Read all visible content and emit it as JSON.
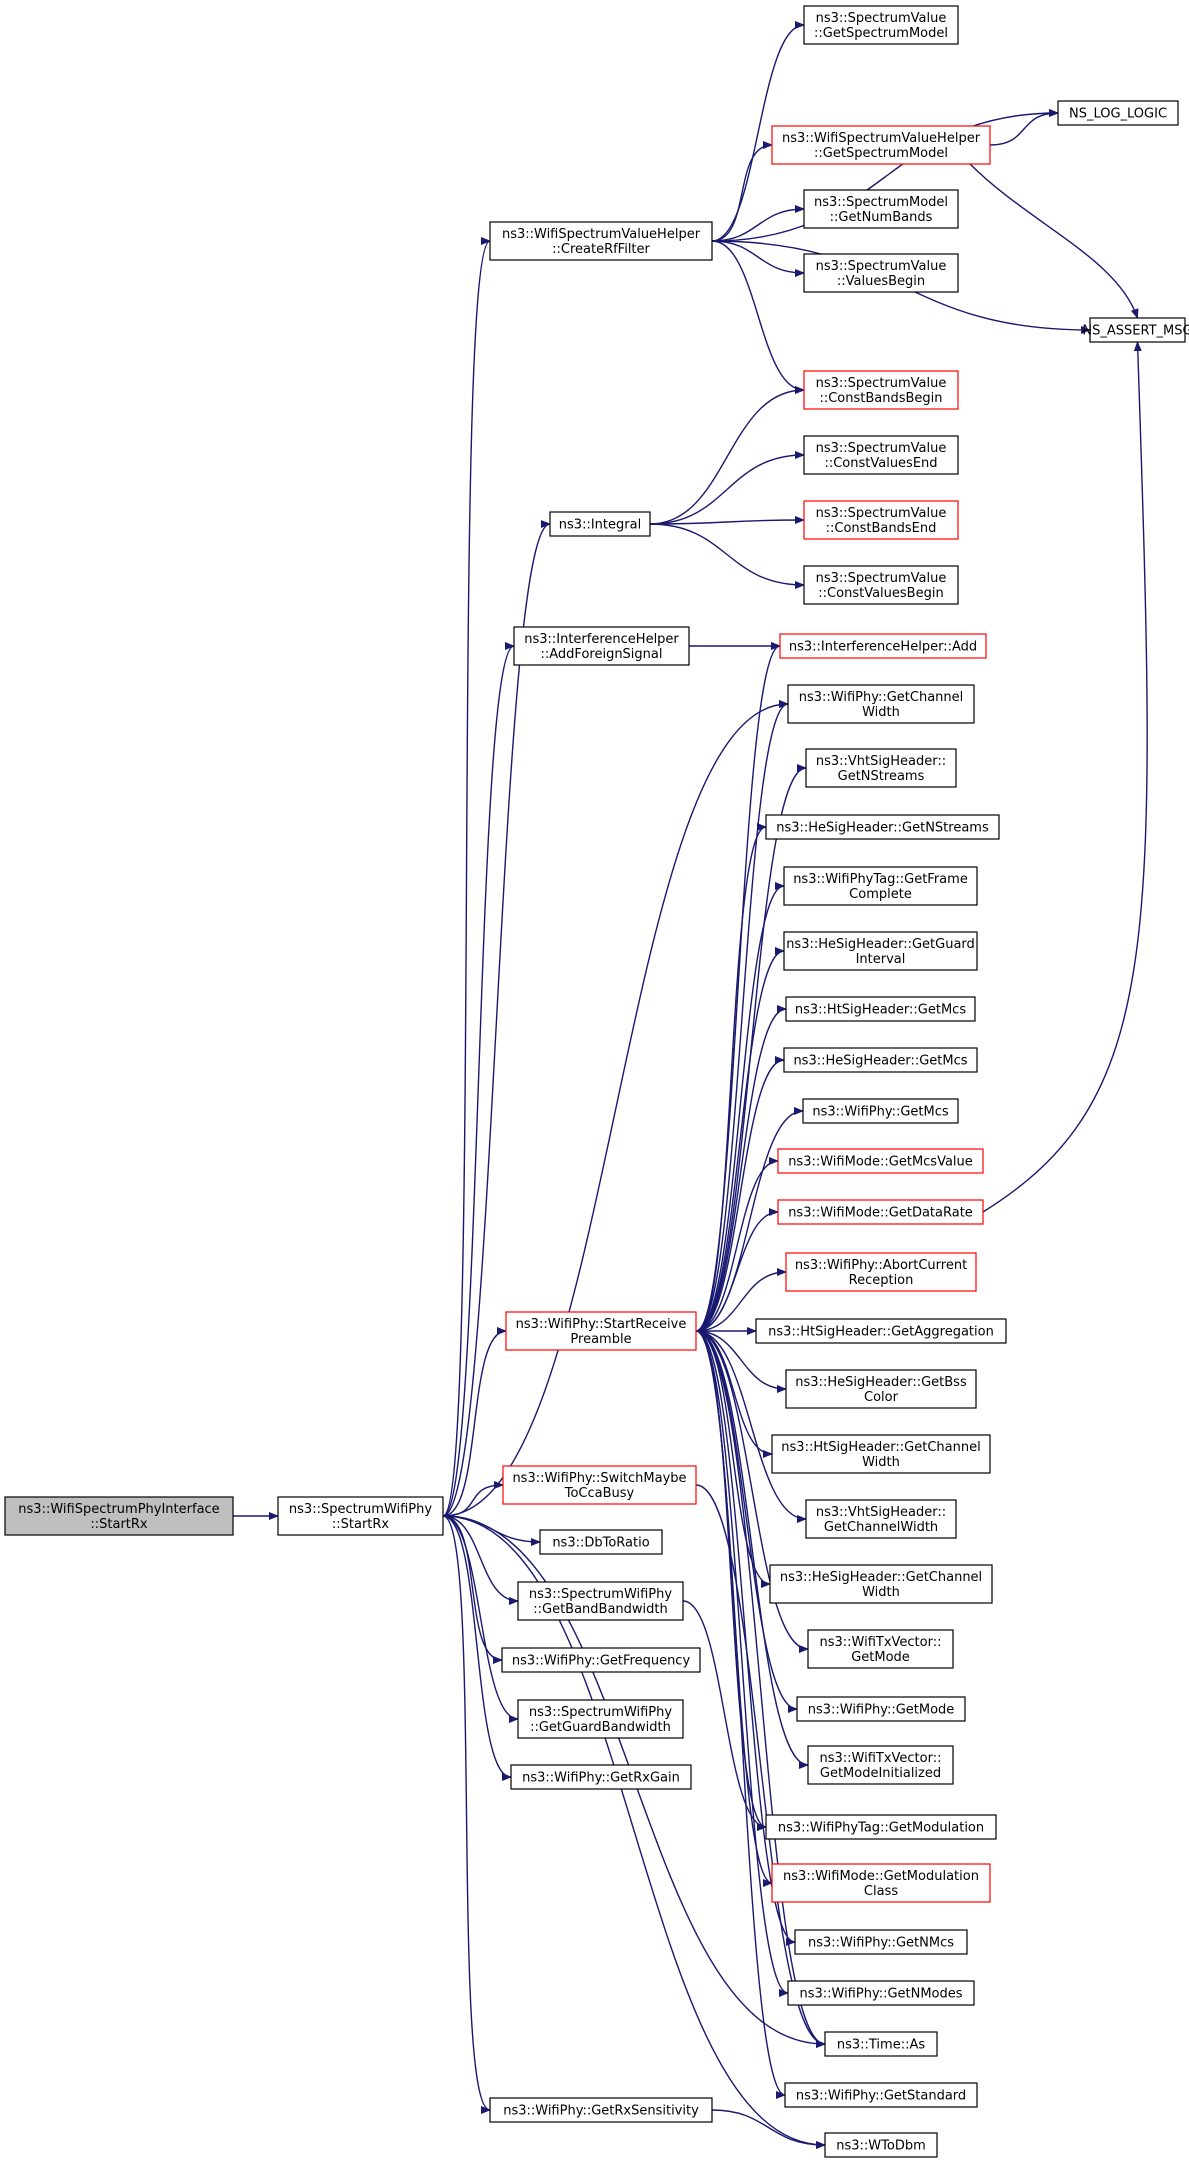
{
  "colors": {
    "edge": "#191970",
    "node_border": "#000000",
    "truncated_border": "#ff0000",
    "root_fill": "#bfbfbf",
    "node_fill": "#ffffff"
  },
  "nodes": [
    {
      "id": "root",
      "lines": [
        "ns3::WifiSpectrumPhyInterface",
        "::StartRx"
      ],
      "style": "root"
    },
    {
      "id": "swp_startrx",
      "lines": [
        "ns3::SpectrumWifiPhy",
        "::StartRx"
      ],
      "style": "normal"
    },
    {
      "id": "createrf",
      "lines": [
        "ns3::WifiSpectrumValueHelper",
        "::CreateRfFilter"
      ],
      "style": "normal"
    },
    {
      "id": "sv_getmodel",
      "lines": [
        "ns3::SpectrumValue",
        "::GetSpectrumModel"
      ],
      "style": "normal"
    },
    {
      "id": "log_logic",
      "lines": [
        "NS_LOG_LOGIC"
      ],
      "style": "normal"
    },
    {
      "id": "wsvh_getmodel",
      "lines": [
        "ns3::WifiSpectrumValueHelper",
        "::GetSpectrumModel"
      ],
      "style": "truncated"
    },
    {
      "id": "sm_numbands",
      "lines": [
        "ns3::SpectrumModel",
        "::GetNumBands"
      ],
      "style": "normal"
    },
    {
      "id": "sv_valuesbegin",
      "lines": [
        "ns3::SpectrumValue",
        "::ValuesBegin"
      ],
      "style": "normal"
    },
    {
      "id": "assert_msg",
      "lines": [
        "NS_ASSERT_MSG"
      ],
      "style": "normal"
    },
    {
      "id": "sv_constbandsbegin",
      "lines": [
        "ns3::SpectrumValue",
        "::ConstBandsBegin"
      ],
      "style": "truncated"
    },
    {
      "id": "sv_constvaluesend",
      "lines": [
        "ns3::SpectrumValue",
        "::ConstValuesEnd"
      ],
      "style": "normal"
    },
    {
      "id": "integral",
      "lines": [
        "ns3::Integral"
      ],
      "style": "normal"
    },
    {
      "id": "sv_constbandsend",
      "lines": [
        "ns3::SpectrumValue",
        "::ConstBandsEnd"
      ],
      "style": "truncated"
    },
    {
      "id": "sv_constvaluesbegin",
      "lines": [
        "ns3::SpectrumValue",
        "::ConstValuesBegin"
      ],
      "style": "normal"
    },
    {
      "id": "ih_addforeign",
      "lines": [
        "ns3::InterferenceHelper",
        "::AddForeignSignal"
      ],
      "style": "normal"
    },
    {
      "id": "ih_add",
      "lines": [
        "ns3::InterferenceHelper::Add"
      ],
      "style": "truncated"
    },
    {
      "id": "wp_getchannelwidth",
      "lines": [
        "ns3::WifiPhy::GetChannel",
        "Width"
      ],
      "style": "normal"
    },
    {
      "id": "vht_getnstreams",
      "lines": [
        "ns3::VhtSigHeader::",
        "GetNStreams"
      ],
      "style": "normal"
    },
    {
      "id": "he_getnstreams",
      "lines": [
        "ns3::HeSigHeader::GetNStreams"
      ],
      "style": "normal"
    },
    {
      "id": "tag_getframecomplete",
      "lines": [
        "ns3::WifiPhyTag::GetFrame",
        "Complete"
      ],
      "style": "normal"
    },
    {
      "id": "he_getguardinterval",
      "lines": [
        "ns3::HeSigHeader::GetGuard",
        "Interval"
      ],
      "style": "normal"
    },
    {
      "id": "ht_getmcs",
      "lines": [
        "ns3::HtSigHeader::GetMcs"
      ],
      "style": "normal"
    },
    {
      "id": "he_getmcs",
      "lines": [
        "ns3::HeSigHeader::GetMcs"
      ],
      "style": "normal"
    },
    {
      "id": "wp_getmcs",
      "lines": [
        "ns3::WifiPhy::GetMcs"
      ],
      "style": "normal"
    },
    {
      "id": "wm_getmcsvalue",
      "lines": [
        "ns3::WifiMode::GetMcsValue"
      ],
      "style": "truncated"
    },
    {
      "id": "wm_getdatarate",
      "lines": [
        "ns3::WifiMode::GetDataRate"
      ],
      "style": "truncated"
    },
    {
      "id": "wp_startreceivepreamble",
      "lines": [
        "ns3::WifiPhy::StartReceive",
        "Preamble"
      ],
      "style": "truncated"
    },
    {
      "id": "wp_abortcurrent",
      "lines": [
        "ns3::WifiPhy::AbortCurrent",
        "Reception"
      ],
      "style": "truncated"
    },
    {
      "id": "ht_getaggregation",
      "lines": [
        "ns3::HtSigHeader::GetAggregation"
      ],
      "style": "normal"
    },
    {
      "id": "he_getbsscolor",
      "lines": [
        "ns3::HeSigHeader::GetBss",
        "Color"
      ],
      "style": "normal"
    },
    {
      "id": "ht_getchannelwidth",
      "lines": [
        "ns3::HtSigHeader::GetChannel",
        "Width"
      ],
      "style": "normal"
    },
    {
      "id": "wp_switchmaybe",
      "lines": [
        "ns3::WifiPhy::SwitchMaybe",
        "ToCcaBusy"
      ],
      "style": "truncated"
    },
    {
      "id": "vht_getchannelwidth",
      "lines": [
        "ns3::VhtSigHeader::",
        "GetChannelWidth"
      ],
      "style": "normal"
    },
    {
      "id": "dbtoratio",
      "lines": [
        "ns3::DbToRatio"
      ],
      "style": "normal"
    },
    {
      "id": "he_getchannelwidth",
      "lines": [
        "ns3::HeSigHeader::GetChannel",
        "Width"
      ],
      "style": "normal"
    },
    {
      "id": "swp_getbandbw",
      "lines": [
        "ns3::SpectrumWifiPhy",
        "::GetBandBandwidth"
      ],
      "style": "normal"
    },
    {
      "id": "txv_getmode",
      "lines": [
        "ns3::WifiTxVector::",
        "GetMode"
      ],
      "style": "normal"
    },
    {
      "id": "wp_getfrequency",
      "lines": [
        "ns3::WifiPhy::GetFrequency"
      ],
      "style": "normal"
    },
    {
      "id": "wp_getmode",
      "lines": [
        "ns3::WifiPhy::GetMode"
      ],
      "style": "normal"
    },
    {
      "id": "swp_getguardbw",
      "lines": [
        "ns3::SpectrumWifiPhy",
        "::GetGuardBandwidth"
      ],
      "style": "normal"
    },
    {
      "id": "txv_getmodeinit",
      "lines": [
        "ns3::WifiTxVector::",
        "GetModeInitialized"
      ],
      "style": "normal"
    },
    {
      "id": "wp_getrxgain",
      "lines": [
        "ns3::WifiPhy::GetRxGain"
      ],
      "style": "normal"
    },
    {
      "id": "tag_getmodulation",
      "lines": [
        "ns3::WifiPhyTag::GetModulation"
      ],
      "style": "normal"
    },
    {
      "id": "wm_getmodclass",
      "lines": [
        "ns3::WifiMode::GetModulation",
        "Class"
      ],
      "style": "truncated"
    },
    {
      "id": "wp_getnmcs",
      "lines": [
        "ns3::WifiPhy::GetNMcs"
      ],
      "style": "normal"
    },
    {
      "id": "wp_getnmodes",
      "lines": [
        "ns3::WifiPhy::GetNModes"
      ],
      "style": "normal"
    },
    {
      "id": "time_as",
      "lines": [
        "ns3::Time::As"
      ],
      "style": "normal"
    },
    {
      "id": "wp_getstandard",
      "lines": [
        "ns3::WifiPhy::GetStandard"
      ],
      "style": "normal"
    },
    {
      "id": "wp_getrxsens",
      "lines": [
        "ns3::WifiPhy::GetRxSensitivity"
      ],
      "style": "normal"
    },
    {
      "id": "wtodbm",
      "lines": [
        "ns3::WToDbm"
      ],
      "style": "normal"
    }
  ],
  "edges": [
    [
      "root",
      "swp_startrx"
    ],
    [
      "swp_startrx",
      "createrf"
    ],
    [
      "swp_startrx",
      "integral"
    ],
    [
      "swp_startrx",
      "ih_addforeign"
    ],
    [
      "swp_startrx",
      "wp_getchannelwidth"
    ],
    [
      "swp_startrx",
      "wp_startreceivepreamble"
    ],
    [
      "swp_startrx",
      "wp_switchmaybe"
    ],
    [
      "swp_startrx",
      "dbtoratio"
    ],
    [
      "swp_startrx",
      "swp_getbandbw"
    ],
    [
      "swp_startrx",
      "wp_getfrequency"
    ],
    [
      "swp_startrx",
      "swp_getguardbw"
    ],
    [
      "swp_startrx",
      "wp_getrxgain"
    ],
    [
      "swp_startrx",
      "wp_getrxsens"
    ],
    [
      "swp_startrx",
      "wtodbm"
    ],
    [
      "swp_startrx",
      "time_as"
    ],
    [
      "createrf",
      "sv_getmodel"
    ],
    [
      "createrf",
      "log_logic"
    ],
    [
      "createrf",
      "wsvh_getmodel"
    ],
    [
      "createrf",
      "sm_numbands"
    ],
    [
      "createrf",
      "sv_valuesbegin"
    ],
    [
      "createrf",
      "assert_msg"
    ],
    [
      "createrf",
      "sv_constbandsbegin"
    ],
    [
      "wsvh_getmodel",
      "log_logic"
    ],
    [
      "wsvh_getmodel",
      "assert_msg"
    ],
    [
      "integral",
      "sv_constbandsbegin"
    ],
    [
      "integral",
      "sv_constvaluesend"
    ],
    [
      "integral",
      "sv_constbandsend"
    ],
    [
      "integral",
      "sv_constvaluesbegin"
    ],
    [
      "ih_addforeign",
      "ih_add"
    ],
    [
      "wm_getdatarate",
      "assert_msg"
    ],
    [
      "wp_startreceivepreamble",
      "ih_add"
    ],
    [
      "wp_startreceivepreamble",
      "wp_getchannelwidth"
    ],
    [
      "wp_startreceivepreamble",
      "vht_getnstreams"
    ],
    [
      "wp_startreceivepreamble",
      "he_getnstreams"
    ],
    [
      "wp_startreceivepreamble",
      "tag_getframecomplete"
    ],
    [
      "wp_startreceivepreamble",
      "he_getguardinterval"
    ],
    [
      "wp_startreceivepreamble",
      "ht_getmcs"
    ],
    [
      "wp_startreceivepreamble",
      "he_getmcs"
    ],
    [
      "wp_startreceivepreamble",
      "wp_getmcs"
    ],
    [
      "wp_startreceivepreamble",
      "wm_getmcsvalue"
    ],
    [
      "wp_startreceivepreamble",
      "wm_getdatarate"
    ],
    [
      "wp_startreceivepreamble",
      "wp_abortcurrent"
    ],
    [
      "wp_startreceivepreamble",
      "ht_getaggregation"
    ],
    [
      "wp_startreceivepreamble",
      "he_getbsscolor"
    ],
    [
      "wp_startreceivepreamble",
      "ht_getchannelwidth"
    ],
    [
      "wp_startreceivepreamble",
      "vht_getchannelwidth"
    ],
    [
      "wp_startreceivepreamble",
      "he_getchannelwidth"
    ],
    [
      "wp_startreceivepreamble",
      "txv_getmode"
    ],
    [
      "wp_startreceivepreamble",
      "wp_getmode"
    ],
    [
      "wp_startreceivepreamble",
      "txv_getmodeinit"
    ],
    [
      "wp_startreceivepreamble",
      "tag_getmodulation"
    ],
    [
      "wp_startreceivepreamble",
      "wm_getmodclass"
    ],
    [
      "wp_startreceivepreamble",
      "wp_getnmcs"
    ],
    [
      "wp_startreceivepreamble",
      "wp_getnmodes"
    ],
    [
      "wp_startreceivepreamble",
      "time_as"
    ],
    [
      "wp_startreceivepreamble",
      "wp_getstandard"
    ],
    [
      "wp_switchmaybe",
      "time_as"
    ],
    [
      "swp_getbandbw",
      "tag_getmodulation"
    ],
    [
      "wp_getrxsens",
      "wtodbm"
    ]
  ]
}
